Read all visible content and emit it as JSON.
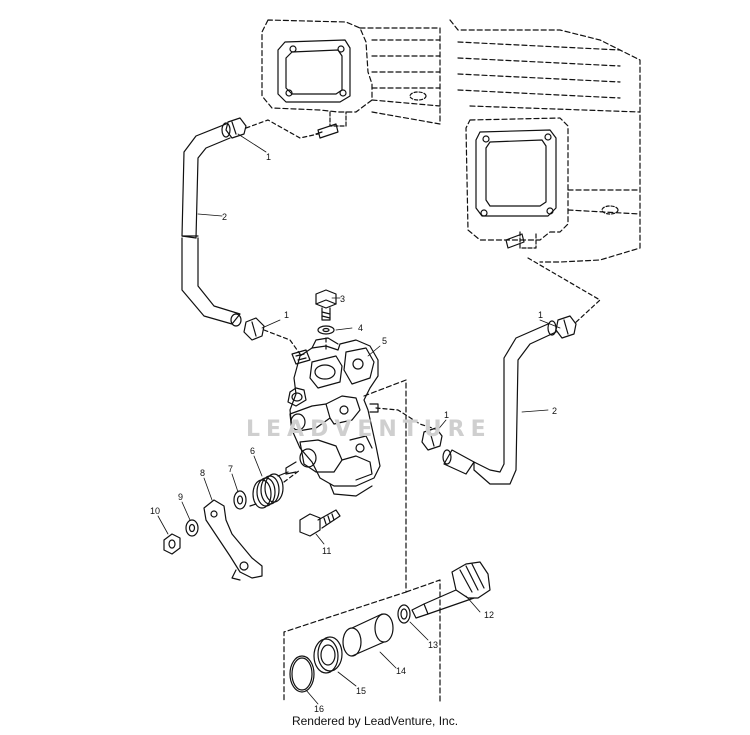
{
  "diagram": {
    "type": "exploded parts diagram",
    "watermark": "LEADVENTURE",
    "credit": "Rendered by LeadVenture, Inc.",
    "callouts": [
      {
        "id": "c1a",
        "label": "1"
      },
      {
        "id": "c2a",
        "label": "2"
      },
      {
        "id": "c3",
        "label": "3"
      },
      {
        "id": "c1b",
        "label": "1"
      },
      {
        "id": "c4",
        "label": "4"
      },
      {
        "id": "c5",
        "label": "5"
      },
      {
        "id": "c1c",
        "label": "1"
      },
      {
        "id": "c1d",
        "label": "1"
      },
      {
        "id": "c2b",
        "label": "2"
      },
      {
        "id": "c8",
        "label": "8"
      },
      {
        "id": "c7",
        "label": "7"
      },
      {
        "id": "c6",
        "label": "6"
      },
      {
        "id": "c9",
        "label": "9"
      },
      {
        "id": "c10",
        "label": "10"
      },
      {
        "id": "c11",
        "label": "11"
      },
      {
        "id": "c12",
        "label": "12"
      },
      {
        "id": "c13",
        "label": "13"
      },
      {
        "id": "c14",
        "label": "14"
      },
      {
        "id": "c15",
        "label": "15"
      },
      {
        "id": "c16",
        "label": "16"
      }
    ]
  }
}
